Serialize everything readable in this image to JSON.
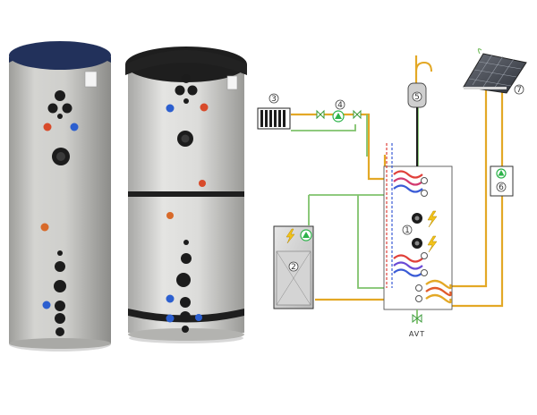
{
  "diagram": {
    "labels": {
      "tank": "1",
      "boiler": "2",
      "radiator": "3",
      "pump": "4",
      "expansion_vessel": "5",
      "solar_controller": "6",
      "solar_collector": "7"
    },
    "valve_label": "AVT"
  },
  "colors": {
    "pipe_hot": "#e3a826",
    "pipe_green": "#7fc26b",
    "coil_red": "#e0403a",
    "coil_blue": "#3a5bd6",
    "pump_green": "#2db34a",
    "bolt_yellow": "#f2c21a",
    "tank_grey": "#c9c9c6",
    "tank_lid": "#2a2a2a"
  },
  "icons": [
    "pump-icon",
    "lightning-icon",
    "valve-icon",
    "hook-icon"
  ]
}
